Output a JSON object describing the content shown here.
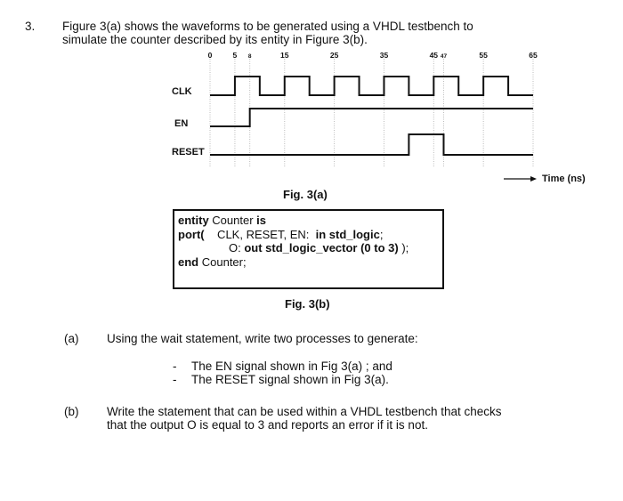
{
  "question": {
    "number": "3.",
    "line1": "Figure 3(a) shows the waveforms to be generated using a VHDL testbench to",
    "line2": "simulate the counter described by its entity in Figure 3(b)."
  },
  "waveform": {
    "ticks": [
      "0",
      "5",
      "8",
      "15",
      "25",
      "35",
      "45",
      "47",
      "55",
      "65"
    ],
    "tick_values": [
      0,
      5,
      8,
      15,
      25,
      35,
      45,
      47,
      55,
      65
    ],
    "xlim": [
      0,
      65
    ],
    "signals": [
      {
        "name": "CLK",
        "transitions": [
          [
            0,
            0
          ],
          [
            5,
            1
          ],
          [
            10,
            0
          ],
          [
            15,
            1
          ],
          [
            20,
            0
          ],
          [
            25,
            1
          ],
          [
            30,
            0
          ],
          [
            35,
            1
          ],
          [
            40,
            0
          ],
          [
            45,
            1
          ],
          [
            50,
            0
          ],
          [
            55,
            1
          ],
          [
            60,
            0
          ],
          [
            65,
            0
          ]
        ]
      },
      {
        "name": "EN",
        "transitions": [
          [
            0,
            0
          ],
          [
            8,
            1
          ],
          [
            65,
            1
          ]
        ]
      },
      {
        "name": "RESET",
        "transitions": [
          [
            0,
            0
          ],
          [
            40,
            1
          ],
          [
            47,
            0
          ],
          [
            65,
            0
          ]
        ]
      }
    ],
    "time_label": "Time (ns)",
    "caption": "Fig. 3(a)"
  },
  "entity": {
    "l1_kw1": "entity",
    "l1_t1": " Counter ",
    "l1_kw2": "is",
    "l2_kw1": "port(",
    "l2_t1": "    CLK, RESET, EN:  ",
    "l2_kw2": "in std_logic",
    ";": ";",
    "l3_t1": "O:  ",
    "l3_kw1": "out std_logic_vector (0 to 3)",
    "l3_t2": " );",
    "l4_kw1": "end",
    "l4_t1": " Counter;",
    "caption": "Fig. 3(b)"
  },
  "parts": [
    {
      "label": "(a)",
      "text": "Using the wait statement, write two processes to generate:",
      "bullets": [
        "The EN signal shown in Fig 3(a) ; and",
        "The RESET signal shown in Fig 3(a)."
      ]
    },
    {
      "label": "(b)",
      "text1": "Write the statement that can be used within a VHDL testbench that checks",
      "text2": "that the output O is equal to 3 and reports an error if it is not."
    }
  ]
}
